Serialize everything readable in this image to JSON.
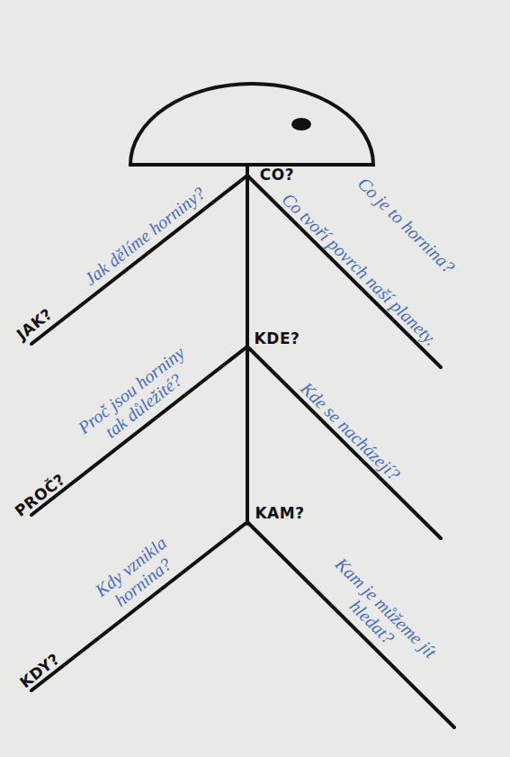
{
  "diagram": {
    "labels": [
      "CO?",
      "Co tvoří povrch naší planety.",
      "Co je to hornina?",
      "JAK?",
      "Jak dělíme horniny?",
      "KDE?",
      "Kde se nacházejí?",
      "PROČ?",
      "Proč jsou horniny tak důležité?",
      "KAM?",
      "Kam je můžeme jít hledat?",
      "KDY?",
      "Kdy vznikla hornina?"
    ]
  }
}
